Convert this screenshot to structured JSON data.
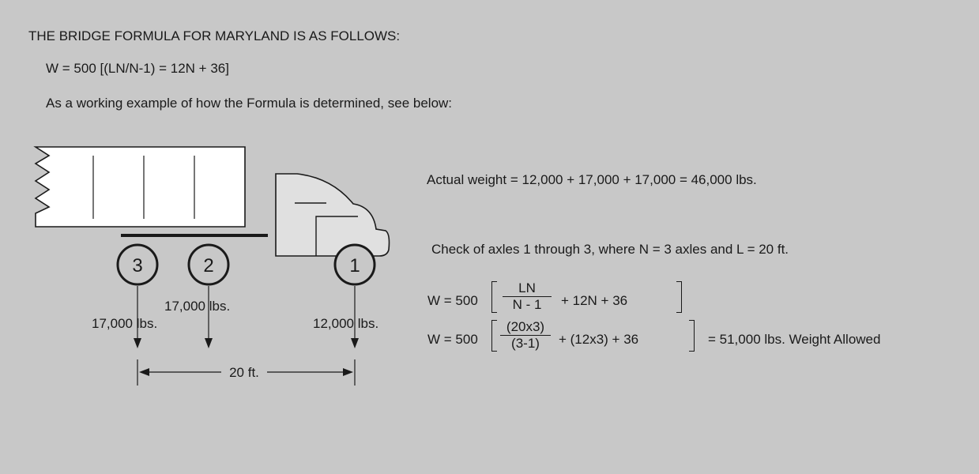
{
  "heading": "THE BRIDGE FORMULA FOR MARYLAND IS AS FOLLOWS:",
  "formula_line": "W = 500 [(LN/N-1) = 12N + 36]",
  "intro": "As a working example of how the Formula is determined, see below:",
  "actual_weight": "Actual weight = 12,000 + 17,000 + 17,000 = 46,000 lbs.",
  "check_text": "Check of axles 1 through 3, where N = 3 axles and L = 20 ft.",
  "equation1": {
    "label": "W = 500",
    "numerator": "LN",
    "denominator": "N - 1",
    "rest": "+  12N + 36"
  },
  "equation2": {
    "label": "W = 500",
    "numerator": "(20x3)",
    "denominator": "(3-1)",
    "rest": "+ (12x3) + 36",
    "result": "=   51,000 lbs.  Weight Allowed"
  },
  "axles": [
    {
      "number": "3",
      "load": "17,000 lbs."
    },
    {
      "number": "2",
      "load": "17,000 lbs."
    },
    {
      "number": "1",
      "load": "12,000 lbs."
    }
  ],
  "distance_label": "20 ft."
}
